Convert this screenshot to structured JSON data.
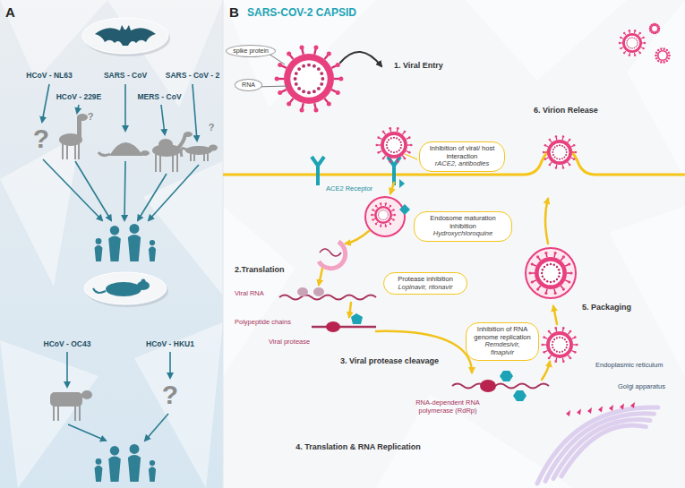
{
  "diagram": {
    "nodes": [
      {
        "text": [
          "spike protein"
        ]
      },
      {
        "text": [
          "RNA"
        ]
      },
      {
        "text": [
          "Inhibition of viral/ host interaction",
          "rACE2, antibodies"
        ]
      },
      {
        "text": [
          "Endosome maturation inhibition",
          "Hydroxychloroquine"
        ]
      },
      {
        "text": [
          "Protease inhibition",
          "Lopinavir, ritonavir"
        ]
      },
      {
        "text": [
          "Inhibition of RNA genome replication",
          "Remdesivir, finapivir"
        ]
      }
    ],
    "labels": [
      "A",
      "HCoV - NL63",
      "SARS - CoV",
      "SARS - CoV - 2",
      "HCoV - 229E",
      "MERS - CoV",
      "?",
      "?",
      "?",
      "HCoV - OC43",
      "HCoV - HKU1",
      "?",
      "B",
      "SARS-COV-2 CAPSID",
      "1. Viral Entry",
      "ACE2 Receptor",
      "2.Translation",
      "Viral RNA",
      "Polypeptide chains",
      "Viral protease",
      "3. Viral protease cleavage",
      "RNA-dependent RNA polymerase (RdRp)",
      "4. Translation & RNA Replication",
      "5. Packaging",
      "Endoplasmic reticulum",
      "Golgi apparatus",
      "6. Virion Release"
    ]
  }
}
